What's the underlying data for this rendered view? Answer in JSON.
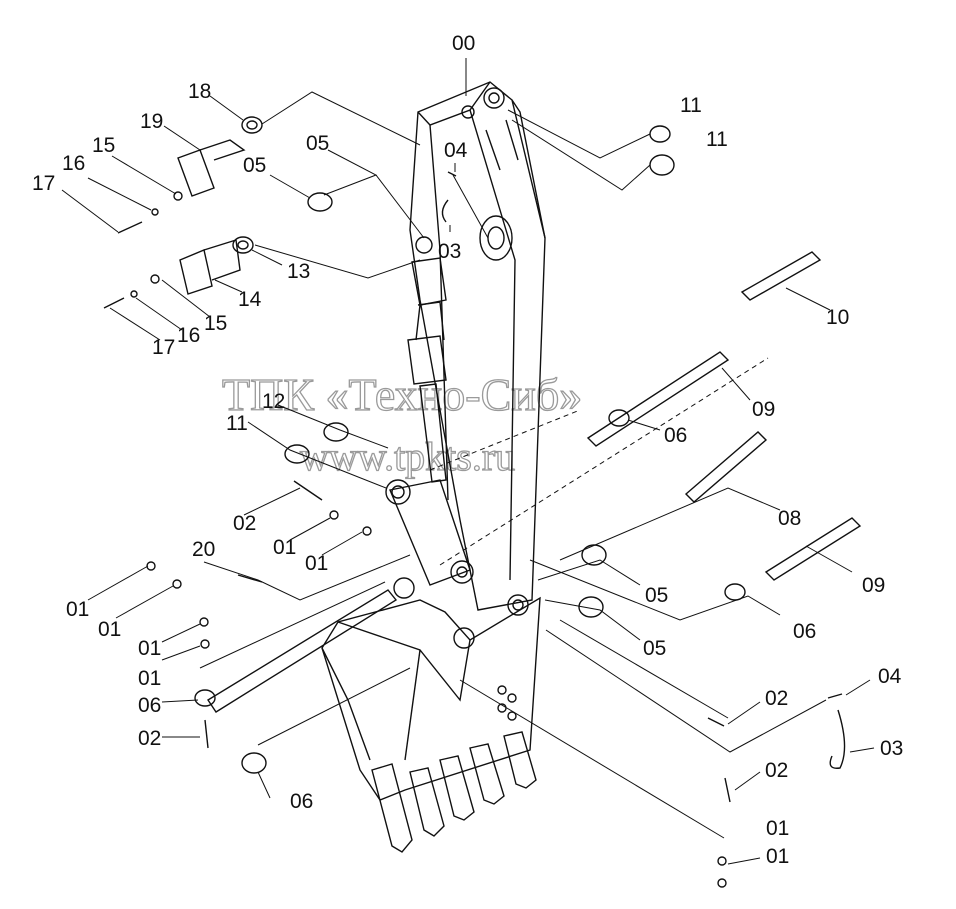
{
  "watermark": {
    "line1": "ТПК «Техно-Сиб»",
    "line2": "www.tpkts.ru"
  },
  "callouts": [
    {
      "id": "c00",
      "text": "00"
    },
    {
      "id": "c18",
      "text": "18"
    },
    {
      "id": "c19",
      "text": "19"
    },
    {
      "id": "c15a",
      "text": "15"
    },
    {
      "id": "c16a",
      "text": "16"
    },
    {
      "id": "c17a",
      "text": "17"
    },
    {
      "id": "c05a",
      "text": "05"
    },
    {
      "id": "c05b",
      "text": "05"
    },
    {
      "id": "c04a",
      "text": "04"
    },
    {
      "id": "c03a",
      "text": "03"
    },
    {
      "id": "c11a",
      "text": "11"
    },
    {
      "id": "c11b",
      "text": "11"
    },
    {
      "id": "c13",
      "text": "13"
    },
    {
      "id": "c14",
      "text": "14"
    },
    {
      "id": "c15b",
      "text": "15"
    },
    {
      "id": "c16b",
      "text": "16"
    },
    {
      "id": "c17b",
      "text": "17"
    },
    {
      "id": "c10",
      "text": "10"
    },
    {
      "id": "c12",
      "text": "12"
    },
    {
      "id": "c11c",
      "text": "11"
    },
    {
      "id": "c09a",
      "text": "09"
    },
    {
      "id": "c06a",
      "text": "06"
    },
    {
      "id": "c02a",
      "text": "02"
    },
    {
      "id": "c01a",
      "text": "01"
    },
    {
      "id": "c01b",
      "text": "01"
    },
    {
      "id": "c08",
      "text": "08"
    },
    {
      "id": "c20",
      "text": "20"
    },
    {
      "id": "c05c",
      "text": "05"
    },
    {
      "id": "c09b",
      "text": "09"
    },
    {
      "id": "c01c",
      "text": "01"
    },
    {
      "id": "c01d",
      "text": "01"
    },
    {
      "id": "c06b",
      "text": "06"
    },
    {
      "id": "c05d",
      "text": "05"
    },
    {
      "id": "c01e",
      "text": "01"
    },
    {
      "id": "c01f",
      "text": "01"
    },
    {
      "id": "c06c",
      "text": "06"
    },
    {
      "id": "c02b",
      "text": "02"
    },
    {
      "id": "c02c",
      "text": "02"
    },
    {
      "id": "c04b",
      "text": "04"
    },
    {
      "id": "c03b",
      "text": "03"
    },
    {
      "id": "c02d",
      "text": "02"
    },
    {
      "id": "c06d",
      "text": "06"
    },
    {
      "id": "c01g",
      "text": "01"
    },
    {
      "id": "c01h",
      "text": "01"
    }
  ]
}
